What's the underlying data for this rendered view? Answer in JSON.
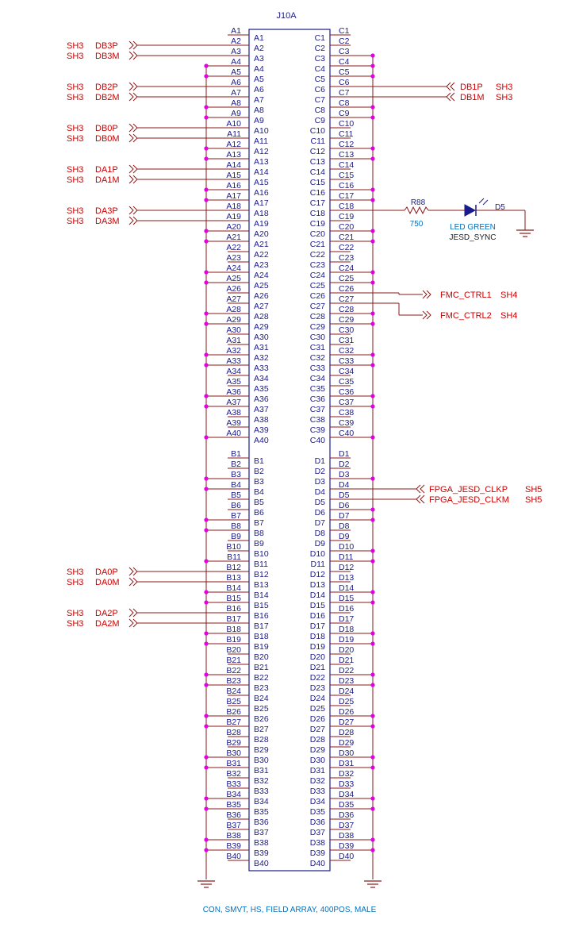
{
  "component": {
    "refdes": "J10A",
    "description": "CON, SMVT, HS, FIELD ARRAY, 400POS, MALE"
  },
  "colors": {
    "body": "#1a1a8c",
    "wire": "#8b1a1a",
    "pin_text": "#1a1a8c",
    "net_text": "#cc0000",
    "dot": "#e000e0",
    "label_blue": "#0070c0",
    "ground": "#8b1a1a"
  },
  "rows": [
    "1",
    "2",
    "3",
    "4",
    "5",
    "6",
    "7",
    "8",
    "9",
    "10",
    "11",
    "12",
    "13",
    "14",
    "15",
    "16",
    "17",
    "18",
    "19",
    "20",
    "21",
    "22",
    "23",
    "24",
    "25",
    "26",
    "27",
    "28",
    "29",
    "30",
    "31",
    "32",
    "33",
    "34",
    "35",
    "36",
    "37",
    "38",
    "39",
    "40"
  ],
  "ground_rows": {
    "A": [
      "4",
      "5",
      "8",
      "9",
      "12",
      "13",
      "16",
      "17",
      "20",
      "21",
      "24",
      "25",
      "28",
      "29",
      "32",
      "33",
      "36",
      "37",
      "40"
    ],
    "B": [
      "3",
      "4",
      "7",
      "8",
      "11",
      "14",
      "15",
      "18",
      "19",
      "22",
      "23",
      "26",
      "27",
      "30",
      "31",
      "34",
      "35",
      "38",
      "39"
    ],
    "C": [
      "3",
      "4",
      "5",
      "8",
      "9",
      "12",
      "13",
      "16",
      "17",
      "20",
      "21",
      "24",
      "25",
      "28",
      "29",
      "32",
      "33",
      "36",
      "37",
      "40"
    ],
    "D": [
      "3",
      "6",
      "7",
      "10",
      "11",
      "14",
      "15",
      "18",
      "19",
      "22",
      "23",
      "26",
      "27",
      "30",
      "31",
      "34",
      "35",
      "38",
      "39"
    ]
  },
  "left_nets": [
    {
      "bank": "A",
      "row": "2",
      "sheet": "SH3",
      "name": "DB3P"
    },
    {
      "bank": "A",
      "row": "3",
      "sheet": "SH3",
      "name": "DB3M"
    },
    {
      "bank": "A",
      "row": "6",
      "sheet": "SH3",
      "name": "DB2P"
    },
    {
      "bank": "A",
      "row": "7",
      "sheet": "SH3",
      "name": "DB2M"
    },
    {
      "bank": "A",
      "row": "10",
      "sheet": "SH3",
      "name": "DB0P"
    },
    {
      "bank": "A",
      "row": "11",
      "sheet": "SH3",
      "name": "DB0M"
    },
    {
      "bank": "A",
      "row": "14",
      "sheet": "SH3",
      "name": "DA1P"
    },
    {
      "bank": "A",
      "row": "15",
      "sheet": "SH3",
      "name": "DA1M"
    },
    {
      "bank": "A",
      "row": "18",
      "sheet": "SH3",
      "name": "DA3P"
    },
    {
      "bank": "A",
      "row": "19",
      "sheet": "SH3",
      "name": "DA3M"
    },
    {
      "bank": "B",
      "row": "12",
      "sheet": "SH3",
      "name": "DA0P"
    },
    {
      "bank": "B",
      "row": "13",
      "sheet": "SH3",
      "name": "DA0M"
    },
    {
      "bank": "B",
      "row": "16",
      "sheet": "SH3",
      "name": "DA2P"
    },
    {
      "bank": "B",
      "row": "17",
      "sheet": "SH3",
      "name": "DA2M"
    }
  ],
  "right_nets": [
    {
      "bank": "C",
      "row": "6",
      "sheet": "SH3",
      "name": "DB1P"
    },
    {
      "bank": "C",
      "row": "7",
      "sheet": "SH3",
      "name": "DB1M"
    },
    {
      "bank": "C",
      "row": "26",
      "sheet": "SH4",
      "name": "FMC_CTRL1"
    },
    {
      "bank": "C",
      "row": "27",
      "sheet": "SH4",
      "name": "FMC_CTRL2"
    },
    {
      "bank": "D",
      "row": "4",
      "sheet": "SH5",
      "name": "FPGA_JESD_CLKP"
    },
    {
      "bank": "D",
      "row": "5",
      "sheet": "SH5",
      "name": "FPGA_JESD_CLKM"
    }
  ],
  "led_circuit": {
    "pin": "C18",
    "resistor": {
      "refdes": "R88",
      "value": "750"
    },
    "led": {
      "refdes": "D5",
      "color": "LED GREEN",
      "net": "JESD_SYNC"
    }
  }
}
